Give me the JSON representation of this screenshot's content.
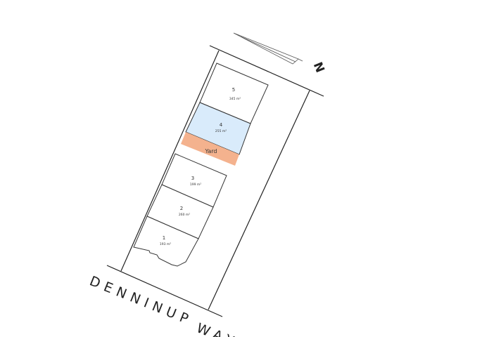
{
  "street": {
    "name_part1": "DENNINUP",
    "name_part2": "WAY"
  },
  "north_label": "N",
  "lots": [
    {
      "number": "5",
      "area": "345 m²",
      "fill": "#ffffff"
    },
    {
      "number": "4",
      "area": "255 m²",
      "fill": "#d9ebfb"
    },
    {
      "number": "3",
      "area": "199 m²",
      "fill": "#ffffff"
    },
    {
      "number": "2",
      "area": "260 m²",
      "fill": "#ffffff"
    },
    {
      "number": "1",
      "area": "193 m²",
      "fill": "#ffffff"
    }
  ],
  "yard": {
    "label": "Yard",
    "fill": "#f4b28e"
  }
}
